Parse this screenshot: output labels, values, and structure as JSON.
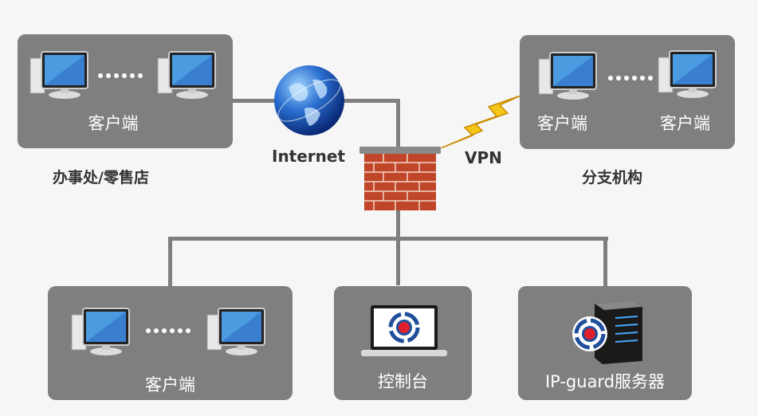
{
  "diagram_title": "IP-guard network deployment",
  "nodes": {
    "office": {
      "group_label": "办事处/零售店",
      "client_label": "客户端",
      "icons": [
        "desktop-computer-icon",
        "ellipsis-dots",
        "desktop-computer-icon"
      ]
    },
    "branch": {
      "group_label": "分支机构",
      "client_labels": [
        "客户端",
        "客户端"
      ],
      "icons": [
        "desktop-computer-icon",
        "ellipsis-dots",
        "desktop-computer-icon"
      ]
    },
    "internet": {
      "label": "Internet",
      "icon": "globe-icon"
    },
    "firewall": {
      "icon": "brick-firewall-icon"
    },
    "vpn": {
      "label": "VPN",
      "icon": "lightning-bolt-icon"
    },
    "lan_clients": {
      "label": "客户端",
      "icons": [
        "desktop-computer-icon",
        "ellipsis-dots",
        "desktop-computer-icon"
      ]
    },
    "console": {
      "label": "控制台",
      "icon": "laptop-ipguard-icon"
    },
    "server": {
      "label": "IP-guard服务器",
      "icon": "server-ipguard-icon"
    }
  },
  "colors": {
    "background": "#f6f6f6",
    "box": "#7f7f7f",
    "line": "#7f7f7f",
    "label_text": "#ffffff",
    "caption_text": "#333333",
    "vpn_bolt": "#f5c518",
    "brick": "#c0462a"
  }
}
